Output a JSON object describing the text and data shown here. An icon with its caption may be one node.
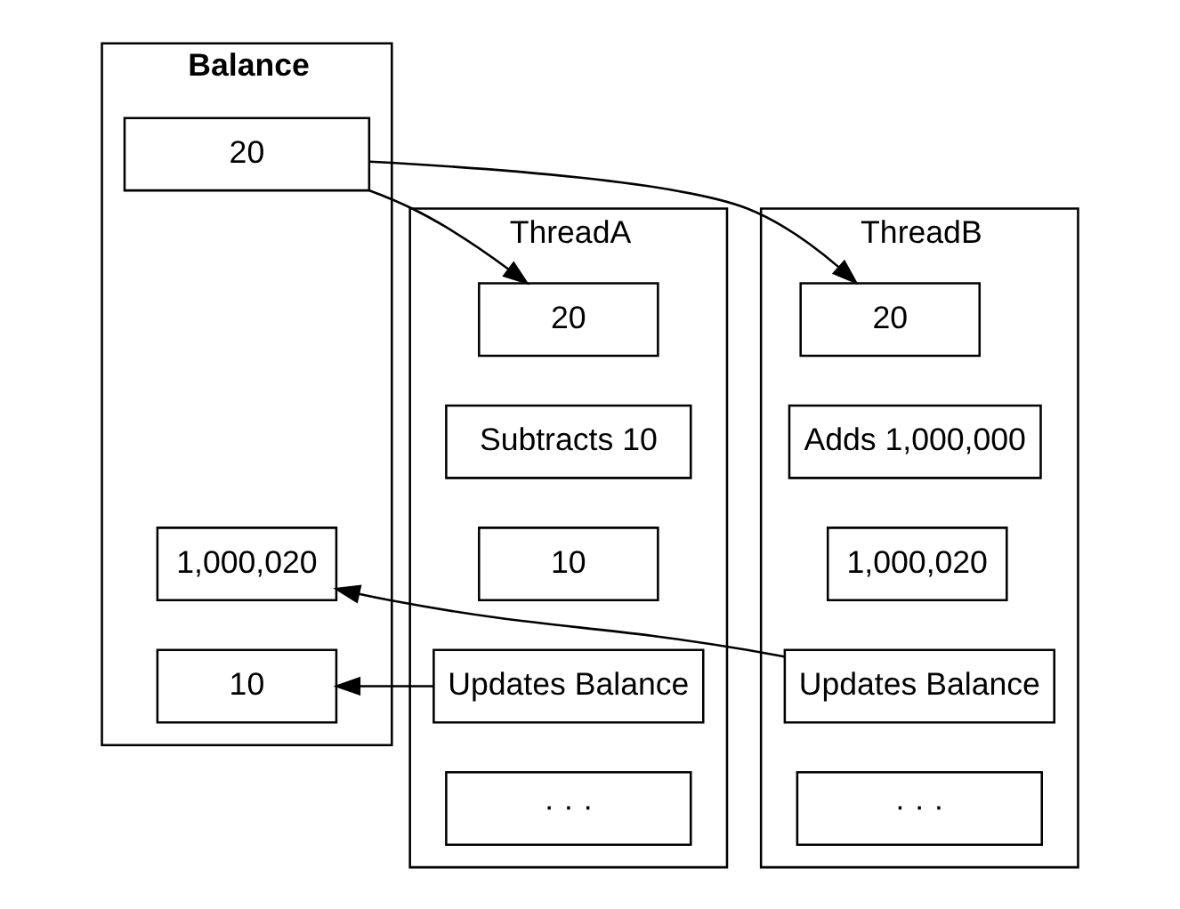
{
  "diagram": {
    "nodes": [
      {
        "text": [
          "ThreadA"
        ]
      },
      {
        "text": [
          "20"
        ],
        "in": 0
      },
      {
        "text": [
          "Subtracts 10"
        ],
        "in": 0
      },
      {
        "text": [
          "10"
        ],
        "in": 0
      },
      {
        "text": [
          "Updates Balance"
        ],
        "in": 0
      },
      {
        "text": [
          "· · ·"
        ],
        "in": 0
      },
      {
        "text": [
          "Balance"
        ]
      },
      {
        "text": [
          "20"
        ],
        "in": 6
      },
      {
        "text": [
          "1,000,020"
        ],
        "in": 6
      },
      {
        "text": [
          "10"
        ],
        "in": 6
      },
      {
        "text": [
          "ThreadB"
        ]
      },
      {
        "text": [
          "20"
        ],
        "in": 10
      },
      {
        "text": [
          "Adds 1,000,000"
        ],
        "in": 10
      },
      {
        "text": [
          "1,000,020"
        ],
        "in": 10
      },
      {
        "text": [
          "Updates Balance"
        ],
        "in": 10
      },
      {
        "text": [
          "· · ·"
        ],
        "in": 10
      }
    ],
    "edges": [
      {
        "from": 7,
        "to": 1,
        "arrow": "to"
      },
      {
        "from": 7,
        "to": 11,
        "arrow": "to"
      },
      {
        "from": 4,
        "to": 9,
        "arrow": "to"
      },
      {
        "from": 14,
        "to": 8,
        "arrow": "to"
      }
    ]
  }
}
